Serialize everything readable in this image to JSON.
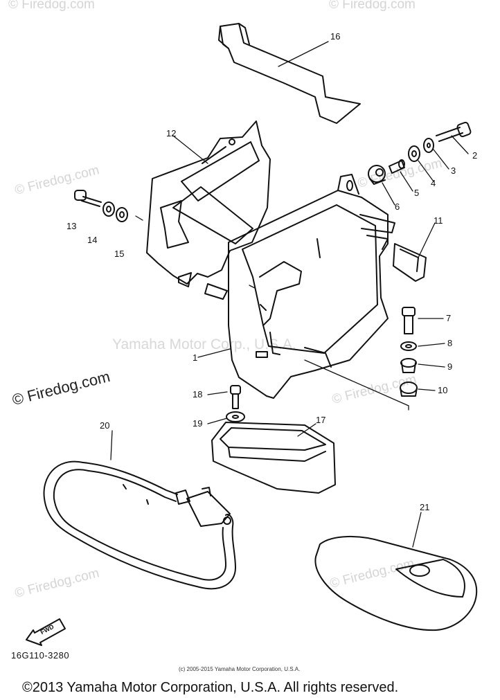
{
  "watermarks": {
    "site_text": "© Firedog.com",
    "site_text_large": "© Firedog.com",
    "corp_text": "Yamaha Motor Corp., U.S.A."
  },
  "callouts": [
    "1",
    "2",
    "3",
    "4",
    "5",
    "6",
    "7",
    "8",
    "9",
    "10",
    "11",
    "12",
    "13",
    "14",
    "15",
    "16",
    "17",
    "18",
    "19",
    "20",
    "21"
  ],
  "part_code": "16G110-3280",
  "direction_arrow_label": "FWD",
  "small_copyright": "(c) 2005-2015 Yamaha Motor Corporation, U.S.A.",
  "footer_copyright": "©2013 Yamaha Motor Corporation, U.S.A. All rights reserved.",
  "colors": {
    "line": "#111111",
    "watermark": "#d4d4d4",
    "background": "#ffffff"
  }
}
